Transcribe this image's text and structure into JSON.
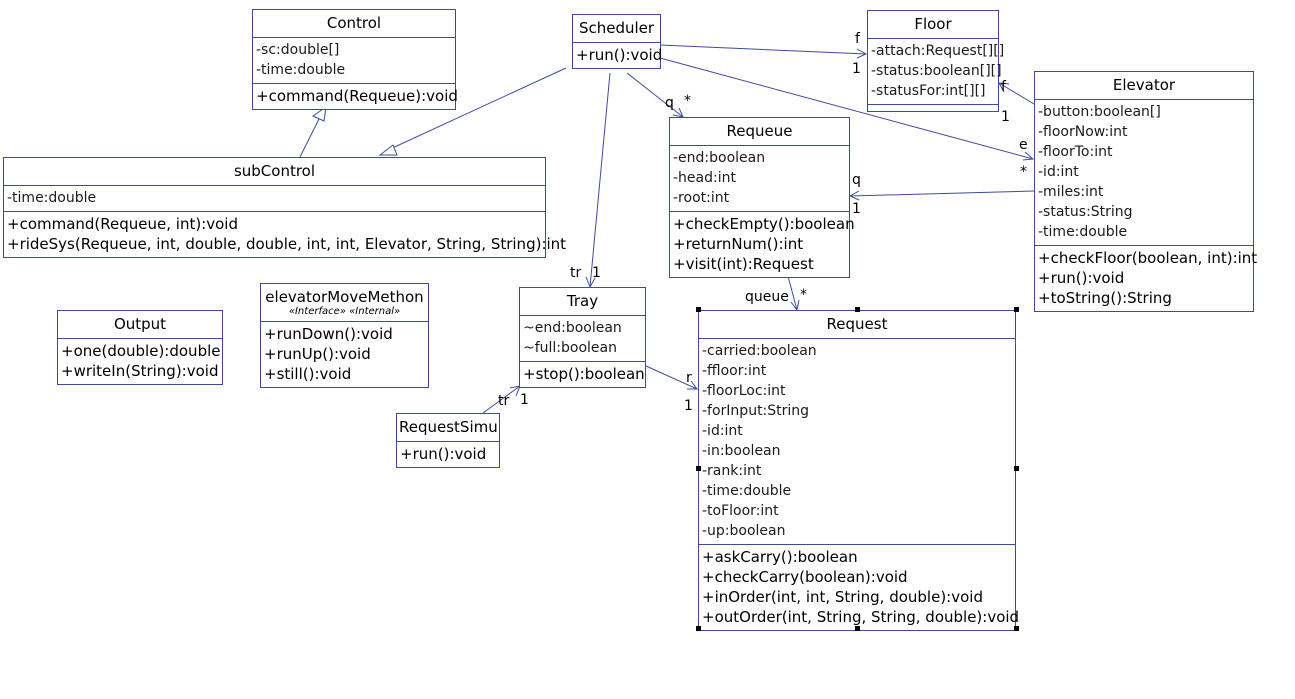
{
  "classes": {
    "control": {
      "name": "Control",
      "attributes": [
        "-sc:double[]",
        "-time:double"
      ],
      "operations": [
        "+command(Requeue):void"
      ]
    },
    "scheduler": {
      "name": "Scheduler",
      "attributes": [],
      "operations": [
        "+run():void"
      ]
    },
    "floor": {
      "name": "Floor",
      "attributes": [
        "-attach:Request[][]",
        "-status:boolean[][]",
        "-statusFor:int[][]"
      ],
      "operations": []
    },
    "elevator": {
      "name": "Elevator",
      "attributes": [
        "-button:boolean[]",
        "-floorNow:int",
        "-floorTo:int",
        "-id:int",
        "-miles:int",
        "-status:String",
        "-time:double"
      ],
      "operations": [
        "+checkFloor(boolean, int):int",
        "+run():void",
        "+toString():String"
      ]
    },
    "subcontrol": {
      "name": "subControl",
      "attributes": [
        "-time:double"
      ],
      "operations": [
        "+command(Requeue, int):void",
        "+rideSys(Requeue, int, double, double, int, int, Elevator, String, String):int"
      ]
    },
    "requeue": {
      "name": "Requeue",
      "attributes": [
        "-end:boolean",
        "-head:int",
        "-root:int"
      ],
      "operations": [
        "+checkEmpty():boolean",
        "+returnNum():int",
        "+visit(int):Request"
      ]
    },
    "tray": {
      "name": "Tray",
      "attributes": [
        "~end:boolean",
        "~full:boolean"
      ],
      "operations": [
        "+stop():boolean"
      ]
    },
    "request": {
      "name": "Request",
      "attributes": [
        "-carried:boolean",
        "-ffloor:int",
        "-floorLoc:int",
        "-forInput:String",
        "-id:int",
        "-in:boolean",
        "-rank:int",
        "-time:double",
        "-toFloor:int",
        "-up:boolean"
      ],
      "operations": [
        "+askCarry():boolean",
        "+checkCarry(boolean):void",
        "+inOrder(int, int, String, double):void",
        "+outOrder(int, String, String, double):void"
      ]
    },
    "output": {
      "name": "Output",
      "attributes": [],
      "operations": [
        "+one(double):double",
        "+writeIn(String):void"
      ]
    },
    "elevatormovemethon": {
      "name": "elevatorMoveMethon",
      "stereotype": "«Interface» «Internal»",
      "attributes": [],
      "operations": [
        "+runDown():void",
        "+runUp():void",
        "+still():void"
      ]
    },
    "requestsimu": {
      "name": "RequestSimu",
      "attributes": [],
      "operations": [
        "+run():void"
      ]
    }
  },
  "edge_labels": {
    "sched_floor_role": "f",
    "sched_floor_mult": "1",
    "sched_requeue_role": "q",
    "sched_requeue_mult": "*",
    "sched_elevator_role": "e",
    "sched_elevator_mult": "*",
    "sched_tray_role": "tr",
    "sched_tray_mult": "1",
    "elev_floor_role": "f",
    "elev_floor_mult": "1",
    "elev_requeue_role": "q",
    "elev_requeue_mult": "1",
    "requeue_request_role": "queue",
    "requeue_request_mult": "*",
    "tray_request_role": "r",
    "tray_request_mult": "1",
    "simu_tray_role": "tr",
    "simu_tray_mult": "1"
  },
  "colors": {
    "line": "#3f4a9e",
    "border": "#3f4a9e"
  }
}
